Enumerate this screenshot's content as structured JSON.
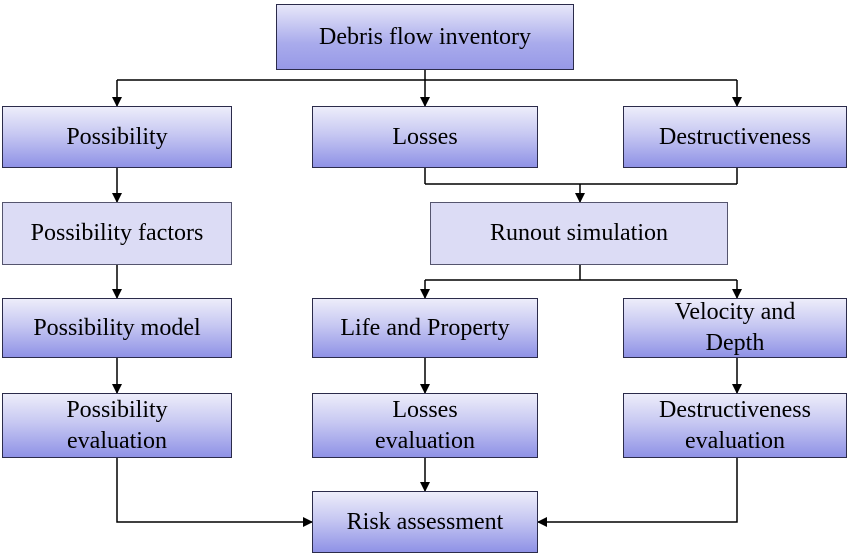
{
  "nodes": {
    "inventory": "Debris flow inventory",
    "possibility": "Possibility",
    "losses": "Losses",
    "destructiveness": "Destructiveness",
    "possibility_factors": "Possibility factors",
    "runout_simulation": "Runout simulation",
    "possibility_model": "Possibility model",
    "life_property": "Life and Property",
    "velocity_depth": [
      "Velocity and",
      "Depth"
    ],
    "possibility_evaluation": [
      "Possibility",
      "evaluation"
    ],
    "losses_evaluation": [
      "Losses",
      "evaluation"
    ],
    "destructiveness_evaluation": [
      "Destructiveness",
      "evaluation"
    ],
    "risk_assessment": "Risk assessment"
  },
  "colors": {
    "gradient_top": "#ededfa",
    "gradient_bottom": "#8f92e6",
    "flat_fill": "#dcdcf5",
    "line": "#000000"
  }
}
